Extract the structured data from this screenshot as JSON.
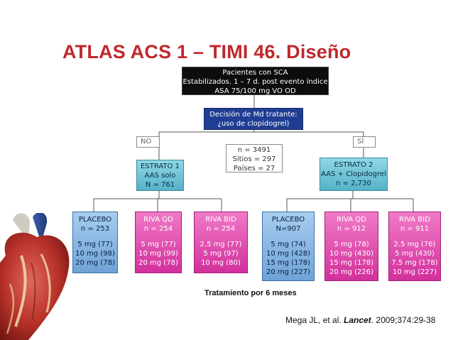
{
  "title": "ATLAS ACS 1 – TIMI 46. Diseño",
  "top_box": {
    "line1": "Pacientes con SCA",
    "line2": "Estabilizados. 1 – 7 d. post evento índice",
    "line3": "ASA 75/100 mg VO OD"
  },
  "decision_box": {
    "line1": "Decisión de Md tratante:",
    "line2": "¿uso de clopidogrel)"
  },
  "no_label": "NO",
  "si_label": "SÍ",
  "stats_box": {
    "line1": "n = 3491",
    "line2": "Sitios = 297",
    "line3": "Países = 27"
  },
  "stratum1": {
    "line1": "ESTRATO 1",
    "line2": "AAS  solo",
    "line3": "N = 761"
  },
  "stratum2": {
    "line1": "ESTRATO 2",
    "line2": "AAS + Clopidogrel",
    "line3": "n = 2,730"
  },
  "arms": [
    {
      "name": "PLACEBO",
      "n": "n = 253",
      "doses": [
        "5  mg  (77)",
        "10 mg  (98)",
        "20 mg  (78)"
      ]
    },
    {
      "name": "RIVA QD",
      "n": "n = 254",
      "doses": [
        "5  mg  (77)",
        "10  mg  (99)",
        "20  mg  (78)"
      ]
    },
    {
      "name": "RIVA BID",
      "n": "n = 254",
      "doses": [
        "2.5  mg  (77)",
        "5 mg  (97)",
        "10 mg  (80)"
      ]
    },
    {
      "name": "PLACEBO",
      "n": "N=907",
      "doses": [
        "5  mg  (74)",
        "10 mg  (428)",
        "15 mg (178)",
        "20 mg  (227)"
      ]
    },
    {
      "name": "RIVA QD",
      "n": "n = 912",
      "doses": [
        "5  mg  (78)",
        "10  mg  (430)",
        "15 mg (178)",
        "20 mg  (226)"
      ]
    },
    {
      "name": "RIVA BID",
      "n": "n = 911",
      "doses": [
        "2.5  mg  (76)",
        "5 mg  (430)",
        "7.5 mg (178)",
        "10 mg  (227)"
      ]
    }
  ],
  "treatment_note": "Tratamiento por 6 meses",
  "citation": {
    "authors": "Mega JL, et al. ",
    "journal": "Lancet",
    "ref": ". 2009;374:29-38"
  },
  "colors": {
    "title": "#c0282d",
    "top_box": "#0d0d0d",
    "decision_box": "#1f3d93",
    "stratum": "#6ec3d6",
    "placebo": "#8db9e6",
    "riva": "#e050b0"
  }
}
